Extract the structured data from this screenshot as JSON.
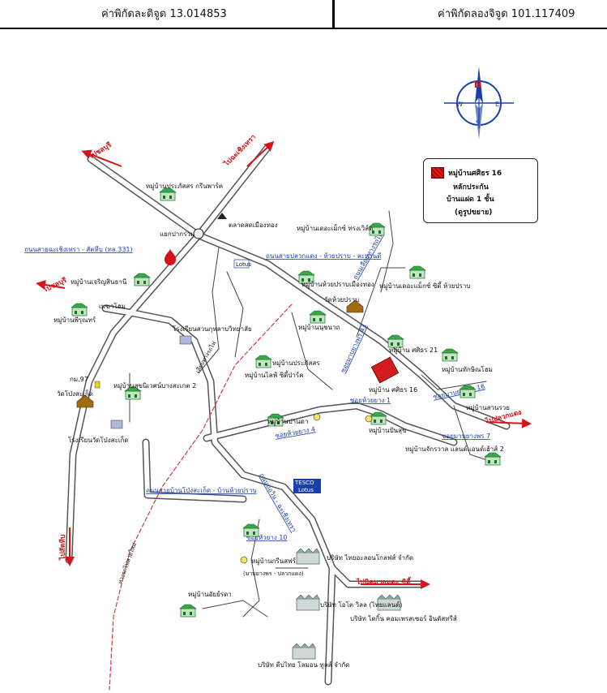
{
  "header": {
    "latitude_label": "ค่าพิกัดละติจูด 13.014853",
    "longitude_label": "ค่าพิกัดลองจิจูด 101.117409"
  },
  "legend": {
    "line1": "หมู่บ้านศศิธร 16",
    "line2": "หลักประกัน",
    "line3": "บ้านแฝด 1 ชั้น",
    "line4": "(ดูรูปขยาย)",
    "swatch_color": "#d41c1c"
  },
  "compass": {
    "n": "N",
    "s": "S",
    "e": "E",
    "w": "W"
  },
  "directions": {
    "to_cholburi_top": "ไปชลบุรี",
    "to_chachoengsao": "ไปฉะเชิงเทรา",
    "to_chonburi_left": "ไปชลบุรี",
    "to_pluak_daeng": "ไปปลวกแดง",
    "to_sattahip": "ไปสัตหีบ",
    "to_amata": "ไปนิคมฯอมตะ ซิตี้"
  },
  "roads": {
    "road_331": "ถนนสายฉะเชิงเทรา - สัตหีบ (ทล.331)",
    "road_pluakdaeng": "ถนนสายปลวกแดง - ห้วยปราบ - ละหานดี",
    "road_bowin": "ถนนสายบ้านโป่งสะเก็ด - บ้านห้วยปราบ",
    "road_bowin_vertical": "ถนนบ่อวิน - ฉะเชิงเทรา",
    "soi_mapyangphon_43": "ซอยมาบยางพร 43",
    "soi_mapyangphon_16": "ซอยมาบยางพร 16",
    "soi_mapyangphon_7": "ซอยมาบยางพร 7",
    "soi_nongmai": "ซอยห้วยยาง 1",
    "soi_huayyang_4": "ซอยห้วยยาง 4",
    "soi_mapyangphon_10": "ซอยหัวยาง 10",
    "road_khiao": "ถนนเลียบทางรถไฟ"
  },
  "places": {
    "prasat_green_park": "หมู่บ้านประภัสสร กรีนพาร์ค",
    "talad": "ตลาดสดเมืองทอง",
    "yaek": "แยกปากร่วม",
    "dalexiy": "หมู่บ้านเดอะเม็กซ์ ทรงเวิล์ด",
    "jaroen": "หมู่บ้านเจริญสินธานี",
    "mekha": "เมฆาโฮม",
    "phirunrat": "หมู่บ้านพีรุณทร์",
    "school_1": "โรงเรียนสวนกุหลาบวิทยาลัย",
    "huay_prap": "หมู่บ้านห้วยปราบเมืองทอง",
    "wat_huay_prap": "วัดห้วยปราบ",
    "dallec": "หมู่บ้านเดอะแม็กซ์ ซิตี้ ห้วยปราบ",
    "noonaron": "หมู่บ้านนุชนาถ",
    "prapassorn_city": "หมู่บ้านประภัสสร",
    "praphat_city_2": "หมู่บ้านไลฟ์ ซิตี้ปาร์ค",
    "sasithorn_21": "หมู่บ้าน ศศิธร 21",
    "sasithorn_16": "หมู่บ้าน ศศิธร 16",
    "hakim": "หมู่บ้านทักษิณโฮม",
    "suanruay": "หมู่บ้านสวนรวย",
    "sukniwet": "หมู่บ้านสุขนิเวศน์บางสะเกต 2",
    "wat_pong": "วัดโป่งสะเก็ด",
    "km97": "กม.97",
    "school_pong": "โรงเรียนวัดโป่งสะเก็ด",
    "panpanda": "หมู่บ้านปานดา",
    "pannasuk": "หมู่บ้านปันสุข",
    "chakrawan": "หมู่บ้านจักรวาล แลนด์แอนด์เฮ้าส์ 2",
    "lotus_top": "Lotus",
    "lotus_main": "Lotus",
    "tesco": "TESCO",
    "phongthep": "หมู่บ้านกรีนสฟร์",
    "phongthep_sub": "(มาบยางพร - ปลวกแดง)",
    "thaisoon": "บริษัท ไทยอะลอนโกลฟส์ จำกัด",
    "suwan": "หมู่บ้านอัยย์รดา",
    "toyota": "บริษัท โอโต วิลล (ไทยแลนด์)",
    "comprezzor": "บริษัท ไดกิ้น คอมเพรสเซอร์ อินดัสทรีส์",
    "datai": "บริษัท ดีบไทย โลมอน ทูลส์ จำกัด",
    "rail_label": "ทางรถไฟสายใหม่",
    "rail_label2": "เลียบทางรถไฟ"
  },
  "colors": {
    "road_fill": "#ffffff",
    "road_edge": "#555555",
    "arrow": "#d4141a",
    "rail": "#d43a3a"
  }
}
